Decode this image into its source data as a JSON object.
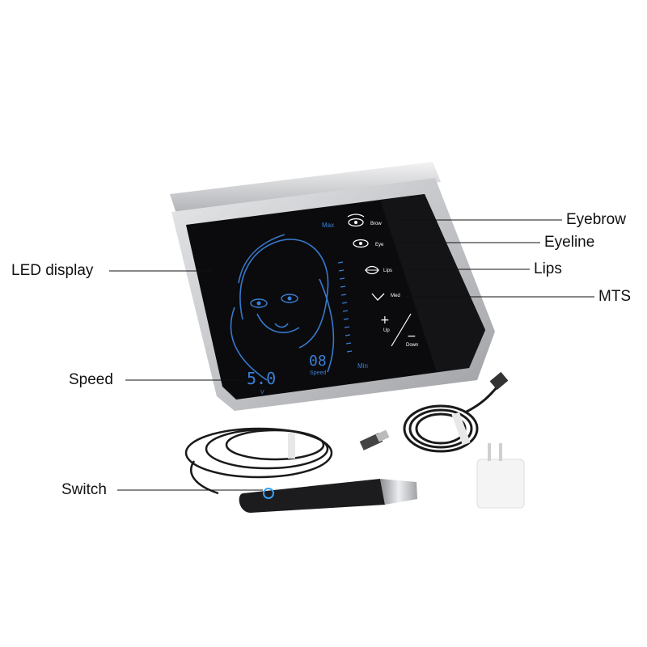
{
  "callouts": {
    "eyebrow": "Eyebrow",
    "eyeline": "Eyeline",
    "lips": "Lips",
    "mts": "MTS",
    "led_display": "LED display",
    "speed": "Speed",
    "switch": "Switch"
  },
  "screen": {
    "max_label": "Max",
    "min_label": "Min",
    "voltage_value": "5.0",
    "voltage_unit": "V",
    "speed_value": "08",
    "speed_label": "Speed",
    "mode_buttons": [
      {
        "label": "Brow",
        "icon": "eye-brow-icon"
      },
      {
        "label": "Eye",
        "icon": "eye-icon"
      },
      {
        "label": "Lips",
        "icon": "lips-icon"
      },
      {
        "label": "Med",
        "icon": "check-icon"
      }
    ],
    "up_label": "Up",
    "down_label": "Down"
  },
  "colors": {
    "screen_glow": "#3a7fd6",
    "screen_bg": "#0b0b0d",
    "frame": "#c8c9cc"
  }
}
